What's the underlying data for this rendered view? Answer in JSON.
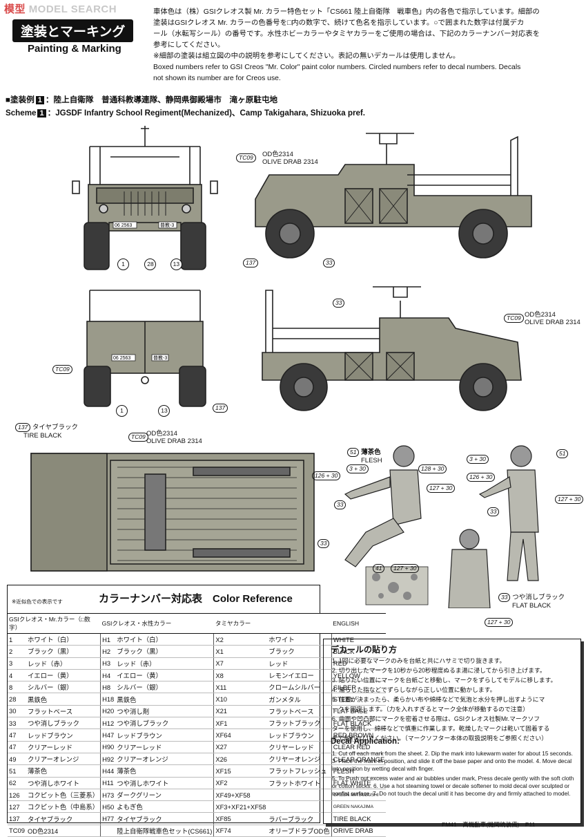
{
  "watermark": {
    "cn": "模型",
    "en": "MODEL SEARCH"
  },
  "header": {
    "title_jp": "塗装とマーキング",
    "title_en": "Painting & Marking",
    "intro_jp_1": "車体色は（株）GSIクレオス製 Mr. カラー特色セット「CS661 陸上自衛隊　戦車色」内の各色で指示しています。細部の",
    "intro_jp_2": "塗装はGSIクレオス Mr. カラーの色番号を□内の数字で、続けて色名を指示しています。○で囲まれた数字は付属デカ",
    "intro_jp_3": "ール（水転写シール）の番号です。水性ホビーカラーやタミヤカラーをご使用の場合は、下記のカラーナンバー対応表を",
    "intro_jp_4": "参考にしてください。",
    "intro_jp_5": "※細部の塗装は組立図の中の説明を参考にしてください。表記の無いデカールは使用しません。",
    "intro_en_1": "Boxed numbers refer to GSI Creos \"Mr. Color\" paint color numbers. Circled numbers refer to decal numbers. Decals",
    "intro_en_2": "not shown its number are for Creos use."
  },
  "scheme": {
    "jp_prefix": "■塗装例",
    "number": "1",
    "jp_text": "：陸上自衛隊　普通科教導連隊、静岡県御殿場市　滝ヶ原駐屯地",
    "en_prefix": "Scheme",
    "en_text": "：JGSDF Infantry School Regiment(Mechanized)、Camp Takigahara, Shizuoka pref."
  },
  "callouts": {
    "tc09": "TC09",
    "od_jp": "OD色2314",
    "od_en": "OLIVE DRAB 2314",
    "tire_num": "137",
    "tire_jp": "タイヤブラック",
    "tire_en": "TIRE BLACK",
    "flesh_num": "51",
    "flesh_jp": "薄茶色",
    "flesh_en": "FLESH",
    "flatblack_num": "33",
    "flatblack_jp": "つや消しブラック",
    "flatblack_en": "FLAT BLACK",
    "c3_30": "3 + 30",
    "c126_30": "126 + 30",
    "c127_30": "127 + 30",
    "c128_30": "128 + 30",
    "c41": "41",
    "c33": "33",
    "d1": "1",
    "d28": "28",
    "d13": "13",
    "plate1": "06 2563",
    "plate2": "普教-3"
  },
  "color_table": {
    "note": "※近似色での表示です",
    "title": "カラーナンバー対応表　Color Reference",
    "headers": [
      "GSIクレオス・Mr.カラー（□数字）",
      "GSIクレオス・水性カラー",
      "タミヤカラー",
      "ENGLISH"
    ],
    "rows": [
      [
        "1",
        "ホワイト（白）",
        "H1",
        "ホワイト（白）",
        "X2",
        "ホワイト",
        "WHITE"
      ],
      [
        "2",
        "ブラック（黒）",
        "H2",
        "ブラック（黒）",
        "X1",
        "ブラック",
        "BLACK"
      ],
      [
        "3",
        "レッド（赤）",
        "H3",
        "レッド（赤）",
        "X7",
        "レッド",
        "RED"
      ],
      [
        "4",
        "イエロー（黄）",
        "H4",
        "イエロー（黄）",
        "X8",
        "レモンイエロー",
        "YELLOW"
      ],
      [
        "8",
        "シルバー（銀）",
        "H8",
        "シルバー（銀）",
        "X11",
        "クロームシルバー",
        "SILBER"
      ],
      [
        "28",
        "黒鉄色",
        "H18",
        "黒鉄色",
        "X10",
        "ガンメタル",
        "STEEL"
      ],
      [
        "30",
        "フラットベース",
        "H20",
        "つや消し剤",
        "X21",
        "フラットベース",
        "FLAT BASE"
      ],
      [
        "33",
        "つや消しブラック",
        "H12",
        "つや消しブラック",
        "XF1",
        "フラットブラック",
        "FLAT BLACK"
      ],
      [
        "47",
        "レッドブラウン",
        "H47",
        "レッドブラウン",
        "XF64",
        "レッドブラウン",
        "RED BROWN"
      ],
      [
        "47",
        "クリアーレッド",
        "H90",
        "クリアーレッド",
        "X27",
        "クリヤーレッド",
        "CLEAR RED"
      ],
      [
        "49",
        "クリアーオレンジ",
        "H92",
        "クリアーオレンジ",
        "X26",
        "クリヤーオレンジ",
        "CLEAR ORANGE"
      ],
      [
        "51",
        "薄茶色",
        "H44",
        "薄茶色",
        "XF15",
        "フラットフレッシュ",
        "FLESH"
      ],
      [
        "62",
        "つや消しホワイト",
        "H11",
        "つや消しホワイト",
        "XF2",
        "フラットホワイト",
        "FLAT WHITE"
      ],
      [
        "126",
        "コクピット色（三菱系）",
        "H73",
        "ダークグリーン",
        "XF49+XF58",
        "",
        "GREEN MITSUBUSHI"
      ],
      [
        "127",
        "コクピット色（中島系）",
        "H50",
        "よもぎ色",
        "XF3+XF21+XF58",
        "",
        "GREEN NAKAJIMA"
      ],
      [
        "137",
        "タイヤブラック",
        "H77",
        "タイヤブラック",
        "XF85",
        "ラバーブラック",
        "TIRE BLACK"
      ],
      [
        "TC09",
        "OD色2314",
        "",
        "陸上自衛隊戦車色セット(CS661)",
        "XF74",
        "オリーブドラブOD色",
        "ORIVE DRAB"
      ]
    ]
  },
  "decal_application": {
    "title_jp": "デカールの貼り方",
    "jp_1": "1. 1回に必要なマークのみを台紙と共にハサミで切り抜きます。",
    "jp_2": "2. 切り出したマークを10秒から20秒程度ぬるま湯に浸してから引き上げます。",
    "jp_3": "3. 貼りたい位置にマークを台紙ごと移動し、マークをずらしてモデルに移します。",
    "jp_4": "4. 濡らした指などでずらしながら正しい位置に動かします。",
    "jp_5": "5. 位置が決まったら、柔らかい布や綿棒などで気泡と水分を押し出すようにマ",
    "jp_5b": "ークを固定します。（力を入れすぎるとマーク全体が移動するので注意）",
    "jp_6": "6. 曲面や凹凸部にマークを密着させる際は、GSIクレオス社製Mr.マークソフ",
    "jp_6b": "ターを使用し、綿棒などで慎重に作業します。乾燥したマークは乾いて固着する",
    "jp_6c": "まで触れないでください。（マークソフター本体の取扱説明をご参照ください）",
    "title_en": "Decal Application:",
    "en_1": "1. Cut off each mark from the sheet. 2. Dip the mark into lukewarm water for about 15 seconds. 3. Place the mark in position, and slide it off the base paper and onto the model. 4. Move decal into position by wetting decal with finger.",
    "en_2": "5. To Push out excess water and air bubbles under mark, Press decale gently with the soft cloth or cotton sticks. 6. Use a hot steaming towel or decale softener to mold decal over sculpted or nonflat surface. 7. Do not touch the decal  unitl it has become dry and firmly attached to model."
  },
  "footer": "FM41　高機動車(機関銃装備)　P11",
  "colors": {
    "ink": "#111111",
    "od": "#8a8a7a",
    "tire": "#3a3a3a"
  }
}
